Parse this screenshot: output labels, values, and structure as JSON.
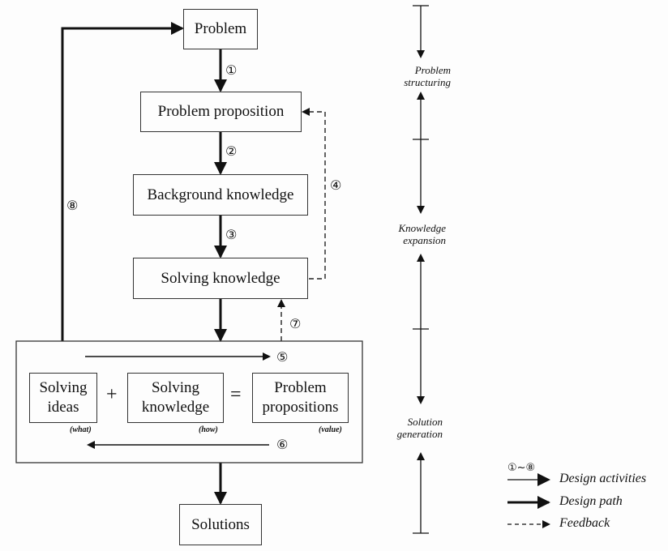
{
  "nodes": {
    "problem": "Problem",
    "problem_proposition": "Problem proposition",
    "background_knowledge": "Background knowledge",
    "solving_knowledge": "Solving knowledge",
    "solutions": "Solutions"
  },
  "inner": {
    "solving_ideas_1": "Solving",
    "solving_ideas_2": "ideas",
    "solving_ideas_tag": "(what)",
    "solving_knowledge_1": "Solving",
    "solving_knowledge_2": "knowledge",
    "solving_knowledge_tag": "(how)",
    "problem_propositions_1": "Problem",
    "problem_propositions_2": "propositions",
    "problem_propositions_tag": "(value)",
    "plus": "+",
    "equals": "="
  },
  "steps": {
    "s1": "①",
    "s2": "②",
    "s3": "③",
    "s4": "④",
    "s5": "⑤",
    "s6": "⑥",
    "s7": "⑦",
    "s8": "⑧"
  },
  "phases": {
    "problem_structuring_1": "Problem",
    "problem_structuring_2": "structuring",
    "knowledge_expansion_1": "Knowledge",
    "knowledge_expansion_2": "expansion",
    "solution_generation_1": "Solution",
    "solution_generation_2": "generation"
  },
  "legend": {
    "range_label": "①~⑧",
    "design_activities": "Design activities",
    "design_path": "Design path",
    "feedback": "Feedback"
  }
}
